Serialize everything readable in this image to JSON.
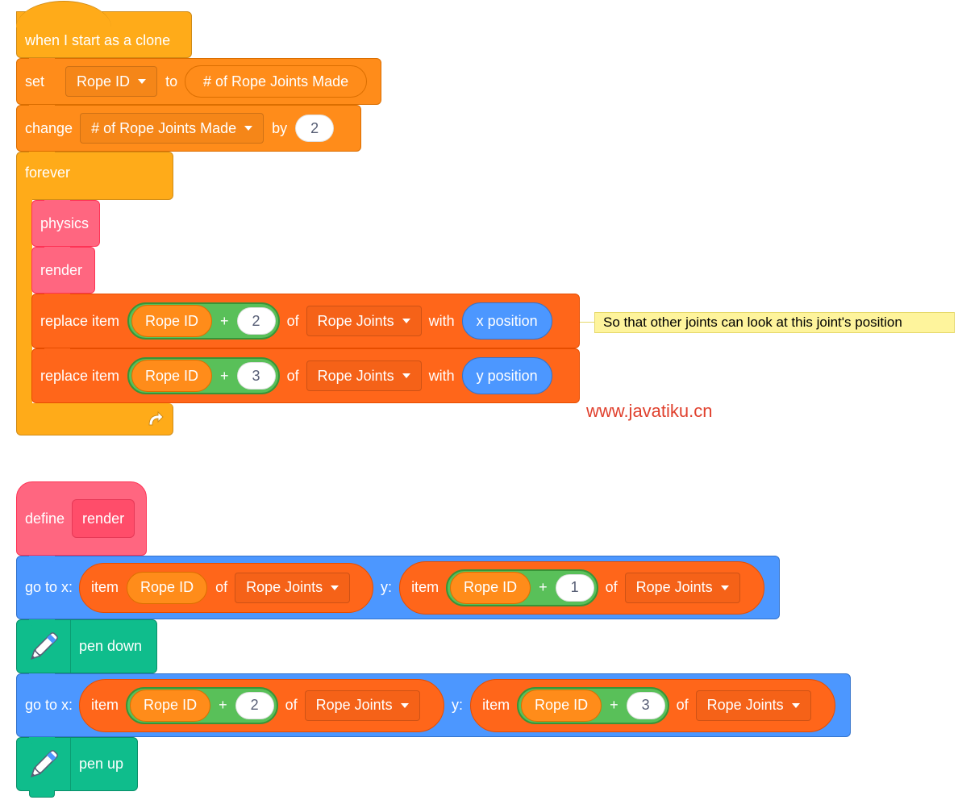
{
  "script1": {
    "hat": "when I start as a clone",
    "set_block": {
      "label": "set",
      "variable": "Rope ID",
      "to": "to",
      "value": "# of Rope Joints Made"
    },
    "change_block": {
      "label": "change",
      "variable": "# of Rope Joints Made",
      "by": "by",
      "value": "2"
    },
    "forever": "forever",
    "physics": "physics",
    "render": "render",
    "replace1": {
      "label": "replace item",
      "var": "Rope ID",
      "plus": "+",
      "num": "2",
      "of": "of",
      "list": "Rope Joints",
      "with": "with",
      "value": "x position"
    },
    "replace2": {
      "label": "replace item",
      "var": "Rope ID",
      "plus": "+",
      "num": "3",
      "of": "of",
      "list": "Rope Joints",
      "with": "with",
      "value": "y position"
    },
    "loop_arrow": "↻"
  },
  "comment": "So that other joints can look at this joint's position",
  "watermark": "www.javatiku.cn",
  "script2": {
    "define": "define",
    "proc_name": "render",
    "goto1": {
      "label": "go to x:",
      "x_item": "item",
      "x_var": "Rope ID",
      "x_of": "of",
      "x_list": "Rope Joints",
      "y_label": "y:",
      "y_item": "item",
      "y_var": "Rope ID",
      "y_plus": "+",
      "y_num": "1",
      "y_of": "of",
      "y_list": "Rope Joints"
    },
    "pen_down": "pen down",
    "goto2": {
      "label": "go to x:",
      "x_item": "item",
      "x_var": "Rope ID",
      "x_plus": "+",
      "x_num": "2",
      "x_of": "of",
      "x_list": "Rope Joints",
      "y_label": "y:",
      "y_item": "item",
      "y_var": "Rope ID",
      "y_plus": "+",
      "y_num": "3",
      "y_of": "of",
      "y_list": "Rope Joints"
    },
    "pen_up": "pen up"
  },
  "icons": {
    "pen": "pen-icon",
    "loop": "loop-arrow-icon",
    "dropdown": "caret-down-icon"
  },
  "colors": {
    "events": "#FFAB19",
    "control": "#FFAB19",
    "variables": "#FF8C1A",
    "lists": "#FF661A",
    "my_blocks": "#FF6680",
    "motion": "#4C97FF",
    "pen": "#0FBD8C",
    "operators": "#59C059",
    "comment": "#FEF49C",
    "watermark": "#E0412E"
  }
}
